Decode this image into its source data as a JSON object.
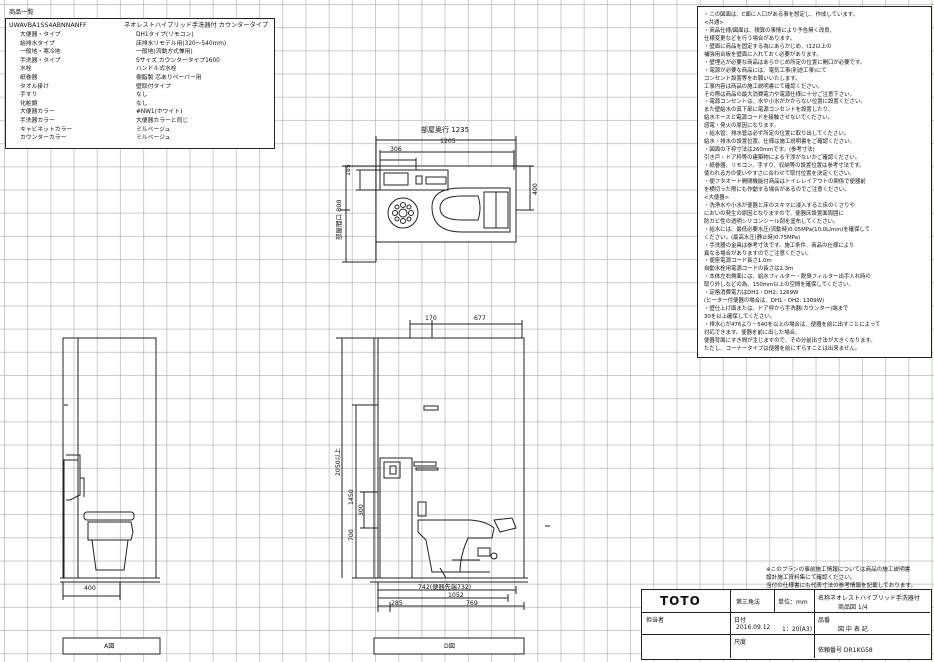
{
  "product_table": {
    "title": "商品一覧",
    "code": "UWAVBA1SS4ABNNANFF",
    "name": "ネオレストハイブリッド手洗器付 カウンタータイプ",
    "rows": [
      {
        "k": "大便器・タイプ",
        "v": "DH1タイプ(リモコン)"
      },
      {
        "k": "給排水タイプ",
        "v": "床排水リモデル用(320〜540mm)"
      },
      {
        "k": "一般地・寒冷地",
        "v": "一般地(流動方式兼用)"
      },
      {
        "k": "手洗器・タイプ",
        "v": "Sサイズ カウンタータイプ1600"
      },
      {
        "k": "水栓",
        "v": "ハンドル式水栓"
      },
      {
        "k": "紙巻器",
        "v": "樹脂製 芯ありペーパー用"
      },
      {
        "k": "タオル掛け",
        "v": "壁取付タイプ"
      },
      {
        "k": "手すり",
        "v": "なし"
      },
      {
        "k": "化粧鏡",
        "v": "なし"
      },
      {
        "k": "大便器カラー",
        "v": "#NW1(ホワイト)"
      },
      {
        "k": "手洗器カラー",
        "v": "大便器カラーと同じ"
      },
      {
        "k": "キャビネットカラー",
        "v": "ミルベージュ"
      },
      {
        "k": "カウンターカラー",
        "v": "ミルベージュ"
      }
    ]
  },
  "notes": [
    "・この図面は、C面に入口がある事を想定し、作成しています。",
    "<共通>",
    "・商品仕様/図面は、積算の事情により予告無く改良、",
    "  仕様変更などを行う場合があります。",
    "・壁面に商品を固定する為にあらかじめ、t12以上の",
    "  補強用合板を壁面に入れておく必要があります。",
    "・壁埋込が必要な商品はあらかじめ所定の位置に開口が必要です。",
    "・電源が必要な商品には、電気工事(別途工事)にて",
    "  コンセント設置等をお願いいたします。",
    "  工事内容は商品の施工説明書にて確認ください。",
    "  その際は商品の最大消費電力や電源仕様に十分ご注意下さい。",
    "・電源コンセントは、水や小水がかからない位置に設置ください。",
    "  また壁給水の真下部に電源コンセントを設置したり、",
    "  給水ホースと電源コードを接触させないでください。",
    "  感電・発火の原因になります。",
    "・給水管、排水管は必ず所定の位置に取り出してください。",
    "  給水・排水の設置位置、仕様は施工説明書をご確認ください。",
    "・図面の下枠寸法は260mmです。(参考寸法)",
    "  引き戸・ドア枠等の建築物による干渉がないかご確認ください。",
    "・紙巻器、リモコン、手すり、収納等の設置位置は参考寸法です。",
    "  使われる方の使いやすさに合わせて取付位置を決定ください。",
    "・便フタオート開閉機能付商品はトイレレイアウトの関係で便器前",
    "  を横切った際にも作動する場合があるのでご注意ください。",
    "<大便器>",
    "・洗浄水や小水が便器と床のスキマに浸入すると床のくさりや",
    "  においの発生の原因となりますので、便器床設置面周囲に",
    "  防カビ性の透明シリコンシール剤を塗布してください。",
    "・給水には、最低必要水圧(流動時)0.05MPa(10.0L/min)を確保して",
    "  ください。(最高水圧(静止時)0.75MPa)",
    "・手洗器の金具は参考寸法です。施工条件、商品の仕様により",
    "  異なる場合がありますのでご注意ください。",
    "・便座電源コード長さ1.0m",
    "  自動水栓用電源コードの長さは2.3m",
    "・本体左右側面には、給水フィルター・脱臭フィルター出手入れ時の",
    "  取り外しなどの為、150mm以上の空間を確保してください。",
    "・定格消費電力はDH1・DH2: 1269W",
    "  (ヒーター付便器の場合は、DH1・DH2: 1309W)",
    "・壁仕上げ面または、ドア枠から手洗器(カウンター)端まで",
    "  30を以上確保してください。",
    "・排水心が476より－540を以上の場合は、便器を前に出すことによって",
    "  対応できます。便器を前に出した場合、",
    "  便器背面にすき間が生じますので、その分前出寸法が大きくなります。",
    "  ただし、コーナータイプは便器を前にずらすことは出来ません。"
  ],
  "bottom_note": [
    "※このプランの事前施工情報については商品の施工説明書",
    "  設計施工資料集にて確認ください。",
    "  当付の仕様書にも代表寸法の参考情報を記載しております。"
  ],
  "title_block": {
    "logo": "TOTO",
    "projection": "第三角法",
    "unit": "単位：mm",
    "name_label": "名称",
    "name": "ネオレストハイブリッド手洗器付",
    "product_list": "商品図  1/4",
    "person_label": "担当者",
    "date_label": "日付",
    "date": "2016.09.12",
    "scale_label": "尺度",
    "scale": "1：20(A3)",
    "item_label": "品番",
    "item_value": "図 中 表 記",
    "request_no": "依頼番号 DR1KG58"
  },
  "plan": {
    "depth_label": "部屋奥行 1235",
    "d1205": "1205",
    "d306": "306",
    "d185": "185",
    "width_label": "部屋間口 800",
    "d400": "400"
  },
  "elev_a": {
    "d400": "400",
    "label": "A図"
  },
  "elev_d": {
    "d170": "170",
    "d677": "677",
    "h2050": "2050以上",
    "h1450": "1450",
    "h300": "300",
    "h700": "700",
    "d742": "742(便器先端732)",
    "d1052": "1052",
    "d769": "769",
    "d285": "285",
    "label": "D図"
  }
}
